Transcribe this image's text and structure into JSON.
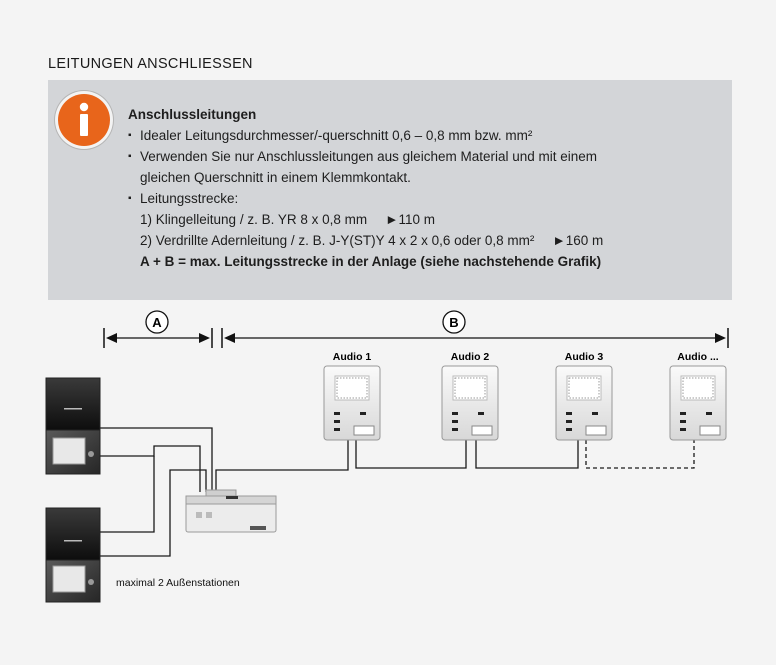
{
  "section": {
    "title": "LEITUNGEN ANSCHLIESSEN"
  },
  "info": {
    "icon": "info-icon",
    "icon_color": "#e8651b",
    "heading": "Anschlussleitungen",
    "bullet1": "Idealer Leitungsdurchmesser/-querschnitt 0,6 – 0,8 mm bzw. mm²",
    "bullet2_line1": "Verwenden Sie nur Anschlussleitungen aus gleichem Material und mit einem",
    "bullet2_line2": "gleichen Querschnitt in einem Klemmkontakt.",
    "bullet3": "Leitungsstrecke:",
    "item1_text": "1) Klingelleitung / z. B. YR 8 x 0,8 mm",
    "item1_value": "►110 m",
    "item2_text": "2) Verdrillte Adernleitung / z. B. J-Y(ST)Y 4 x 2 x 0,6 oder 0,8 mm²",
    "item2_value": "►160 m",
    "summary": "A + B = max. Leitungsstrecke in der Anlage (siehe nachstehende Grafik)"
  },
  "diagram": {
    "segment_a": "A",
    "segment_b": "B",
    "stations": [
      "Audio 1",
      "Audio 2",
      "Audio 3",
      "Audio ..."
    ],
    "note": "maximal 2 Außenstationen"
  }
}
